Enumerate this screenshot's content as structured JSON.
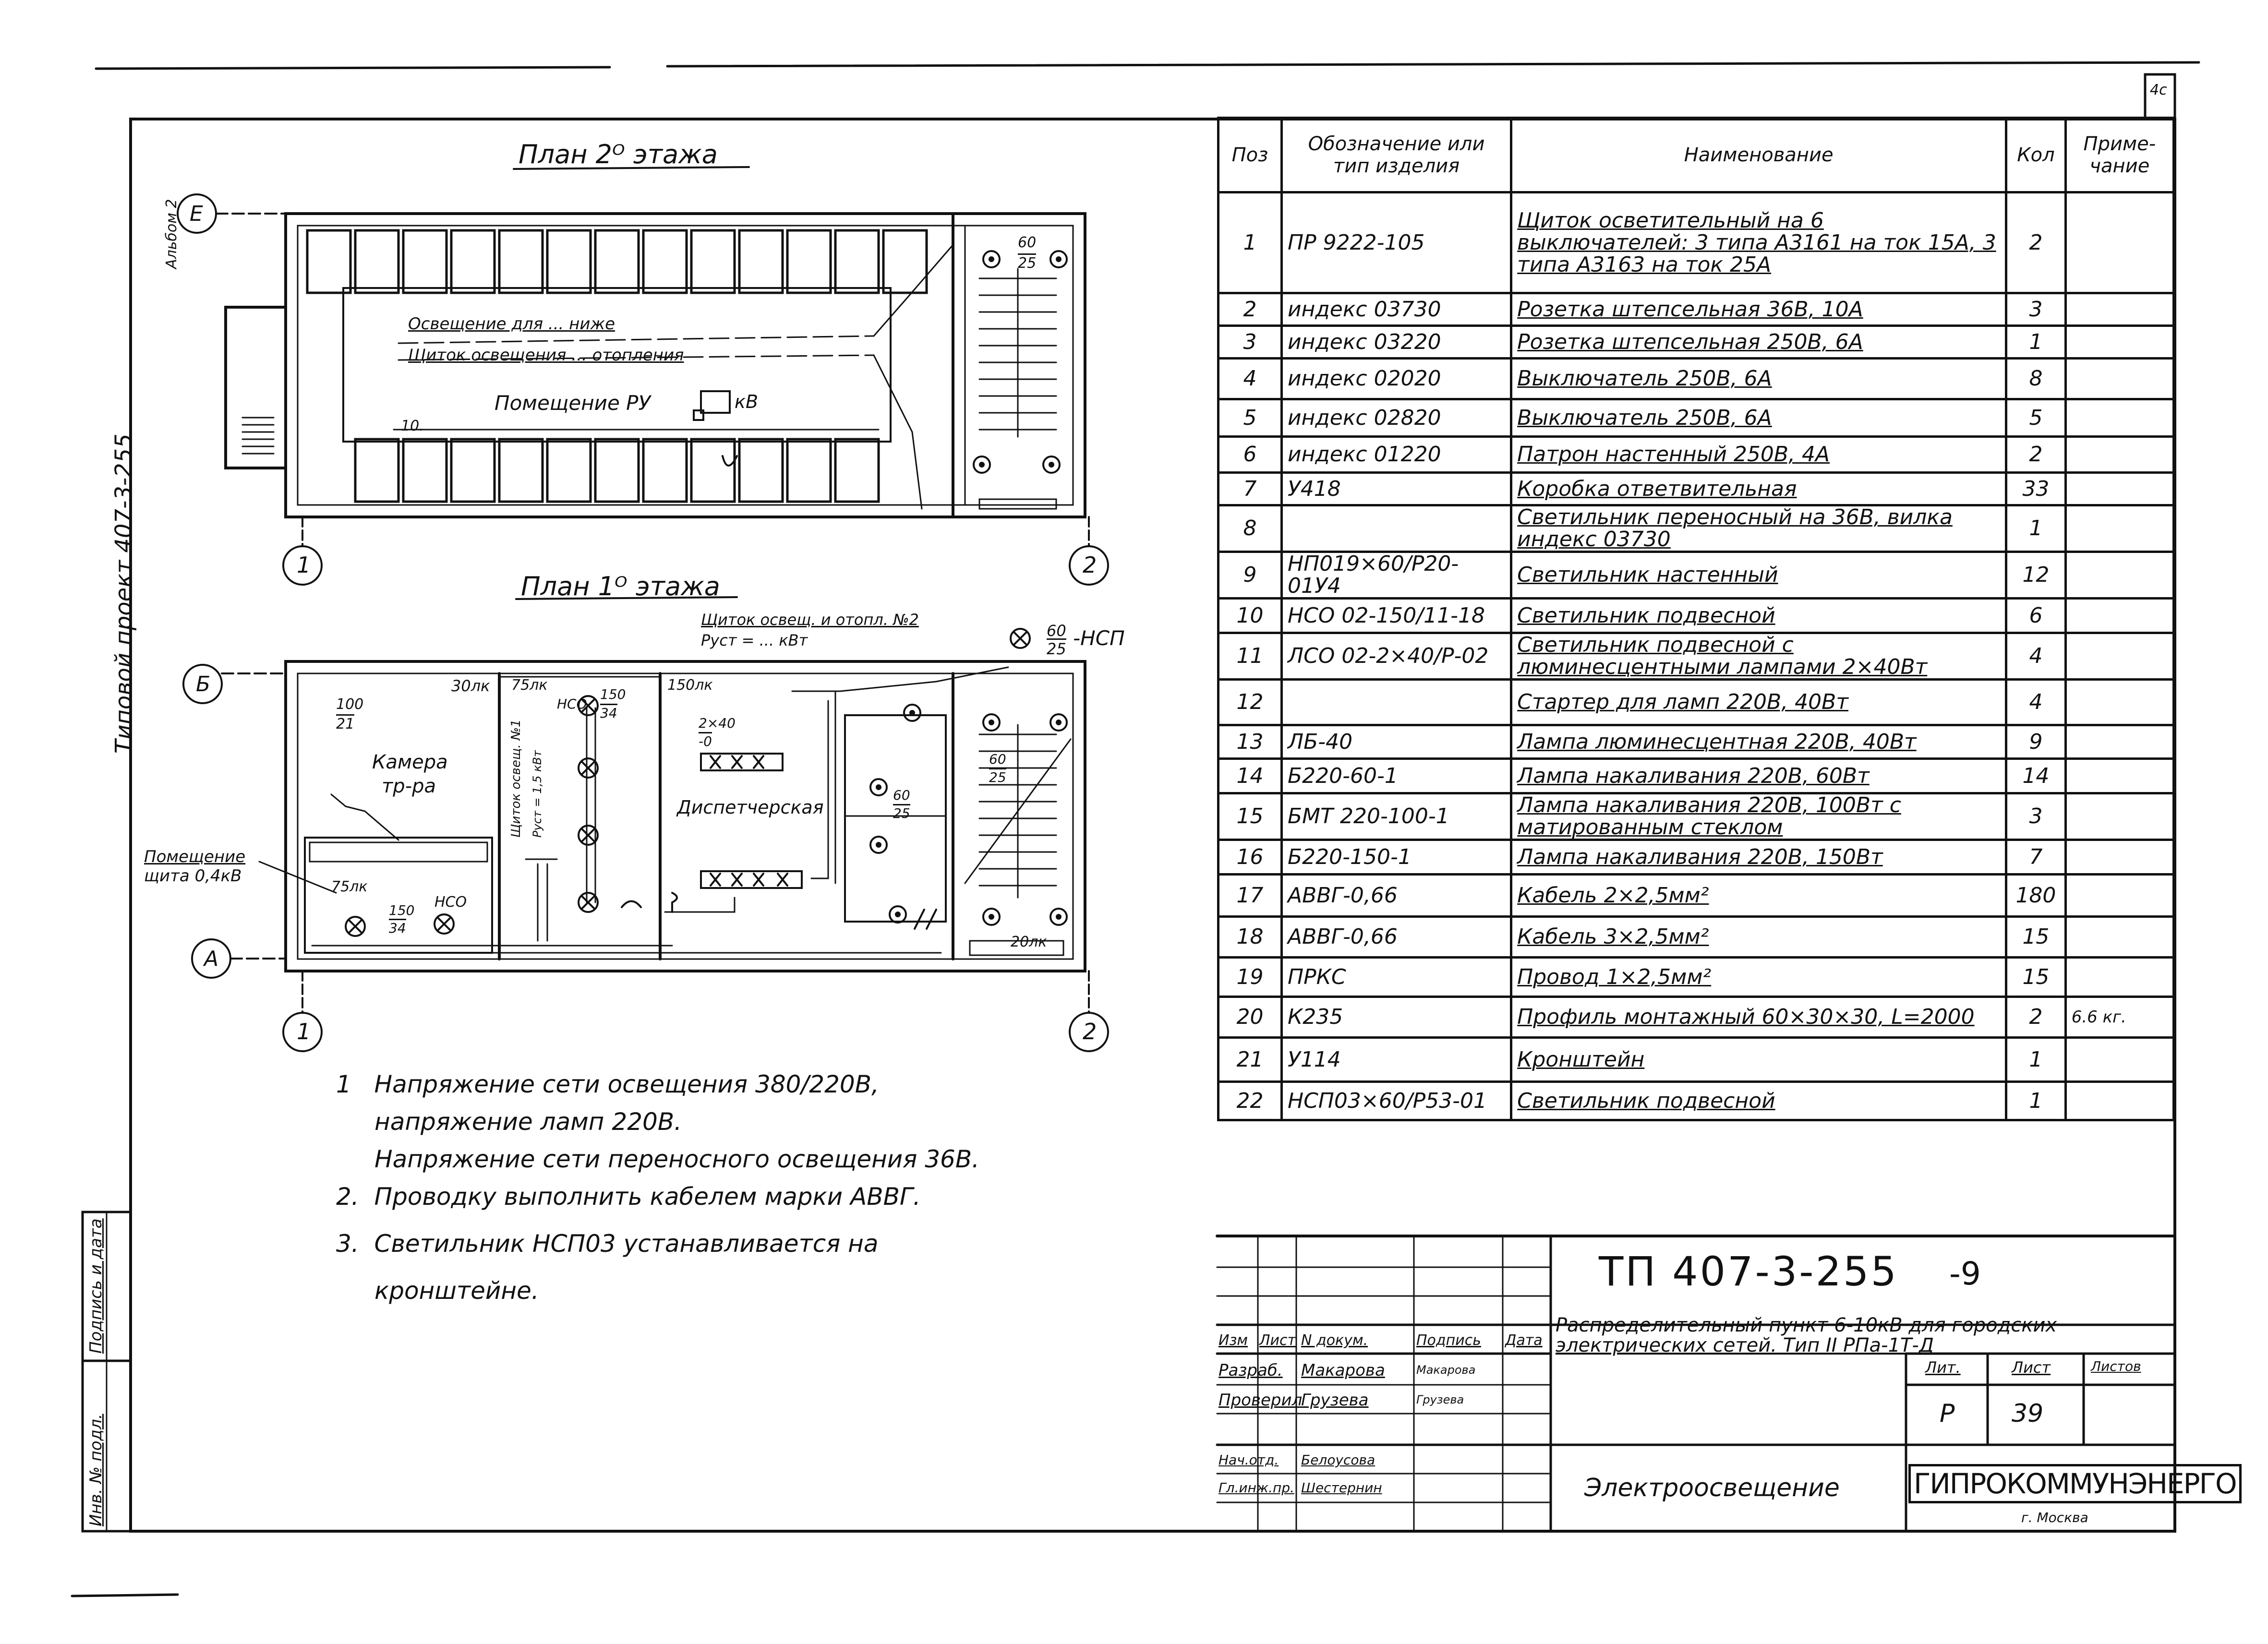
{
  "page_corner_mark": "4c",
  "left_margin_text": "Типовой проект 407-3-255",
  "left_margin_text_small": "Альбом 2",
  "plan_2nd": {
    "title": "План 2ᴼ этажа",
    "axis_top_left": "E",
    "axis_bottom_left": "1",
    "axis_bottom_right": "2",
    "line1": "Освещение для ... ниже",
    "line2": "Щиток освещения ... отопления",
    "room_label": "Помещение РУ",
    "room_suffix": "кВ",
    "light_top_label": "60",
    "light_top_sub": "25",
    "pos_label": "10."
  },
  "plan_1st": {
    "title": "План 1ᴼ этажа",
    "axis_b": "Б",
    "axis_a": "А",
    "axis_bottom_left": "1",
    "axis_bottom_right": "2",
    "panel_caption_1": "Щиток освещ. и отопл. №2",
    "panel_caption_2": "Руст = ... кВт",
    "nsp_top": "60",
    "nsp_bottom": "25",
    "nsp_label": "-НСП",
    "room1_lux": "30лк",
    "room1_num": "100",
    "room1_den": "21",
    "room1_name_1": "Камера",
    "room1_name_2": "тр-ра",
    "room2_lux": "75лк",
    "room2_num": "150",
    "room2_den": "34",
    "room2_nso": "НСО",
    "room2_panel": "Щиток освещ. №1",
    "room2_pw": "Руст = 1,5 кВт",
    "room3_lux": "150лк",
    "room3_num": "2×40",
    "room3_den": "-0",
    "room3_name": "Диспетчерская",
    "stair_num": "60",
    "stair_den": "25",
    "room4_lux": "20лк",
    "room_sub_lux": "75лк",
    "room_sub_num": "150",
    "room_sub_den": "34",
    "room_sub_nso": "НСО",
    "corridor_num": "60",
    "corridor_den": "25",
    "side_label_1": "Помещение",
    "side_label_2": "щита 0,4кВ"
  },
  "spec_table": {
    "headers": {
      "pos": "Поз",
      "designation": "Обозначение или тип изделия",
      "name": "Наименование",
      "qty": "Кол",
      "note": "Приме-чание"
    },
    "rows": [
      {
        "pos": "1",
        "designation": "ПР 9222-105",
        "name": "Щиток осветительный на 6 выключателей: 3 типа А3161 на ток 15А, 3 типа А3163 на ток 25А",
        "qty": "2",
        "note": ""
      },
      {
        "pos": "2",
        "designation": "индекс 03730",
        "name": "Розетка штепсельная 36В, 10А",
        "qty": "3",
        "note": ""
      },
      {
        "pos": "3",
        "designation": "индекс 03220",
        "name": "Розетка штепсельная 250В, 6А",
        "qty": "1",
        "note": ""
      },
      {
        "pos": "4",
        "designation": "индекс 02020",
        "name": "Выключатель 250В, 6А",
        "qty": "8",
        "note": ""
      },
      {
        "pos": "5",
        "designation": "индекс 02820",
        "name": "Выключатель 250В, 6А",
        "qty": "5",
        "note": ""
      },
      {
        "pos": "6",
        "designation": "индекс 01220",
        "name": "Патрон настенный 250В, 4А",
        "qty": "2",
        "note": ""
      },
      {
        "pos": "7",
        "designation": "У418",
        "name": "Коробка ответвительная",
        "qty": "33",
        "note": ""
      },
      {
        "pos": "8",
        "designation": "",
        "name": "Светильник переносный на 36В, вилка индекс 03730",
        "qty": "1",
        "note": ""
      },
      {
        "pos": "9",
        "designation": "НП019×60/Р20-01У4",
        "name": "Светильник настенный",
        "qty": "12",
        "note": ""
      },
      {
        "pos": "10",
        "designation": "НСО 02-150/11-18",
        "name": "Светильник подвесной",
        "qty": "6",
        "note": ""
      },
      {
        "pos": "11",
        "designation": "ЛСО 02-2×40/Р-02",
        "name": "Светильник подвесной с люминесцентными лампами 2×40Вт",
        "qty": "4",
        "note": ""
      },
      {
        "pos": "12",
        "designation": "",
        "name": "Стартер для ламп 220В, 40Вт",
        "qty": "4",
        "note": ""
      },
      {
        "pos": "13",
        "designation": "ЛБ-40",
        "name": "Лампа люминесцентная 220В, 40Вт",
        "qty": "9",
        "note": ""
      },
      {
        "pos": "14",
        "designation": "Б220-60-1",
        "name": "Лампа накаливания 220В, 60Вт",
        "qty": "14",
        "note": ""
      },
      {
        "pos": "15",
        "designation": "БМТ 220-100-1",
        "name": "Лампа накаливания 220В, 100Вт с матированным стеклом",
        "qty": "3",
        "note": ""
      },
      {
        "pos": "16",
        "designation": "Б220-150-1",
        "name": "Лампа накаливания 220В, 150Вт",
        "qty": "7",
        "note": ""
      },
      {
        "pos": "17",
        "designation": "АВВГ-0,66",
        "name": "Кабель 2×2,5мм²",
        "qty": "180",
        "note": ""
      },
      {
        "pos": "18",
        "designation": "АВВГ-0,66",
        "name": "Кабель 3×2,5мм²",
        "qty": "15",
        "note": ""
      },
      {
        "pos": "19",
        "designation": "ПРКС",
        "name": "Провод 1×2,5мм²",
        "qty": "15",
        "note": ""
      },
      {
        "pos": "20",
        "designation": "К235",
        "name": "Профиль монтажный 60×30×30, L=2000",
        "qty": "2",
        "note": "6.6 кг."
      },
      {
        "pos": "21",
        "designation": "У114",
        "name": "Кронштейн",
        "qty": "1",
        "note": ""
      },
      {
        "pos": "22",
        "designation": "НСП03×60/Р53-01",
        "name": "Светильник подвесной",
        "qty": "1",
        "note": ""
      }
    ]
  },
  "notes": {
    "n1_num": "1",
    "n1_line1": "Напряжение сети освещения 380/220В,",
    "n1_line2": "напряжение ламп 220В.",
    "n1_line3": "Напряжение сети переносного освещения 36В.",
    "n2_num": "2.",
    "n2_line1": "Проводку выполнить кабелем марки АВВГ.",
    "n3_num": "3.",
    "n3_line1": "Светильник НСП03 устанавливается на",
    "n3_line2": "кронштейне."
  },
  "side_stamps": {
    "s1": "Подпись и дата",
    "s2": "Инв. № подл."
  },
  "title_block": {
    "doc_code": "ТП 407-3-255",
    "doc_suffix": "-9",
    "project_title_1": "Распределительный пункт 6-10кВ для городских",
    "project_title_2": "электрических сетей. Тип II РПа-1Т-Д",
    "col_izm": "Изм",
    "col_list": "Лист",
    "col_doc": "N докум.",
    "col_sign": "Подпись",
    "col_date": "Дата",
    "role_1": "Разраб.",
    "name_1": "Макарова",
    "sig_1": "Макарова",
    "role_2": "Проверил",
    "name_2": "Грузева",
    "sig_2": "Грузева",
    "role_3": "Нач.отд.",
    "name_3": "Белоусова",
    "role_4": "Гл.инж.пр.",
    "name_4": "Шестернин",
    "hdr_lit": "Лит.",
    "hdr_sheet": "Лист",
    "hdr_sheets": "Листов",
    "lit_value": "Р",
    "sheet_value": "39",
    "sheet_name": "Электроосвещение",
    "org_name": "ГИПРОКОММУНЭНЕРГО",
    "org_city": "г. Москва"
  }
}
